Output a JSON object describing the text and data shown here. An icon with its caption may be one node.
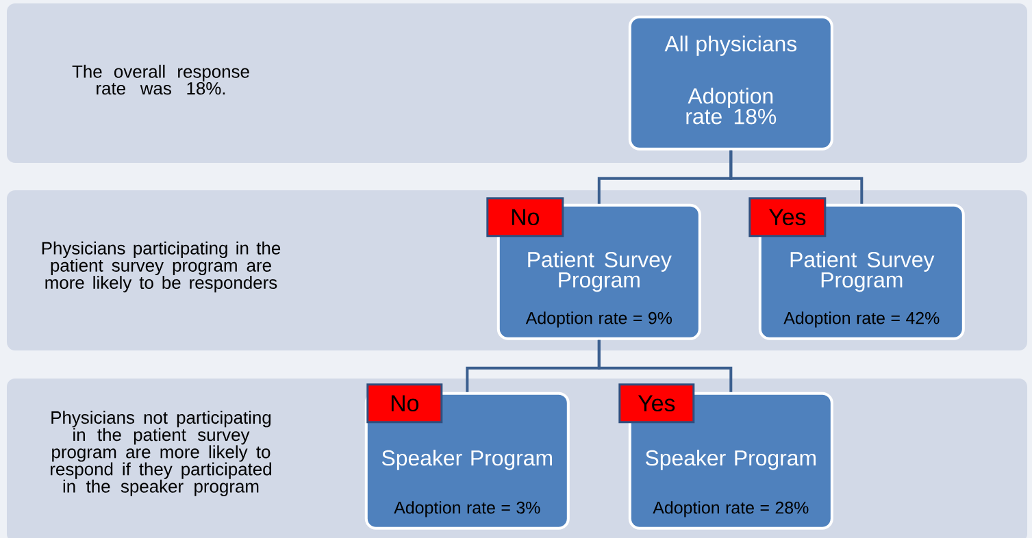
{
  "diagram": {
    "nodes": [
      {
        "text": [
          "The overall response rate was 18%."
        ]
      },
      {
        "text": [
          "All physicians",
          "Adoption rate 18%"
        ],
        "in": 0
      },
      {
        "text": [
          "Physicians participating in the patient survey program are more likely to be responders"
        ]
      },
      {
        "text": [
          "No"
        ],
        "in": 2
      },
      {
        "text": [
          "Patient Survey Program",
          "Adoption rate = 9%"
        ],
        "in": 2
      },
      {
        "text": [
          "Yes"
        ],
        "in": 2
      },
      {
        "text": [
          "Patient Survey Program",
          "Adoption rate = 42%"
        ],
        "in": 2
      },
      {
        "text": [
          "Physicians not participating in the patient survey program are more likely to respond if they participated in the speaker program"
        ]
      },
      {
        "text": [
          "No"
        ],
        "in": 7
      },
      {
        "text": [
          "Speaker Program",
          "Adoption rate = 3%"
        ],
        "in": 7
      },
      {
        "text": [
          "Yes"
        ],
        "in": 7
      },
      {
        "text": [
          "Speaker Program",
          "Adoption rate = 28%"
        ],
        "in": 7
      }
    ],
    "edges": [
      {
        "from": 1,
        "to": 4,
        "arrow": "none"
      },
      {
        "from": 1,
        "to": 6,
        "arrow": "none"
      },
      {
        "from": 4,
        "to": 9,
        "arrow": "none"
      },
      {
        "from": 4,
        "to": 11,
        "arrow": "none"
      }
    ]
  }
}
